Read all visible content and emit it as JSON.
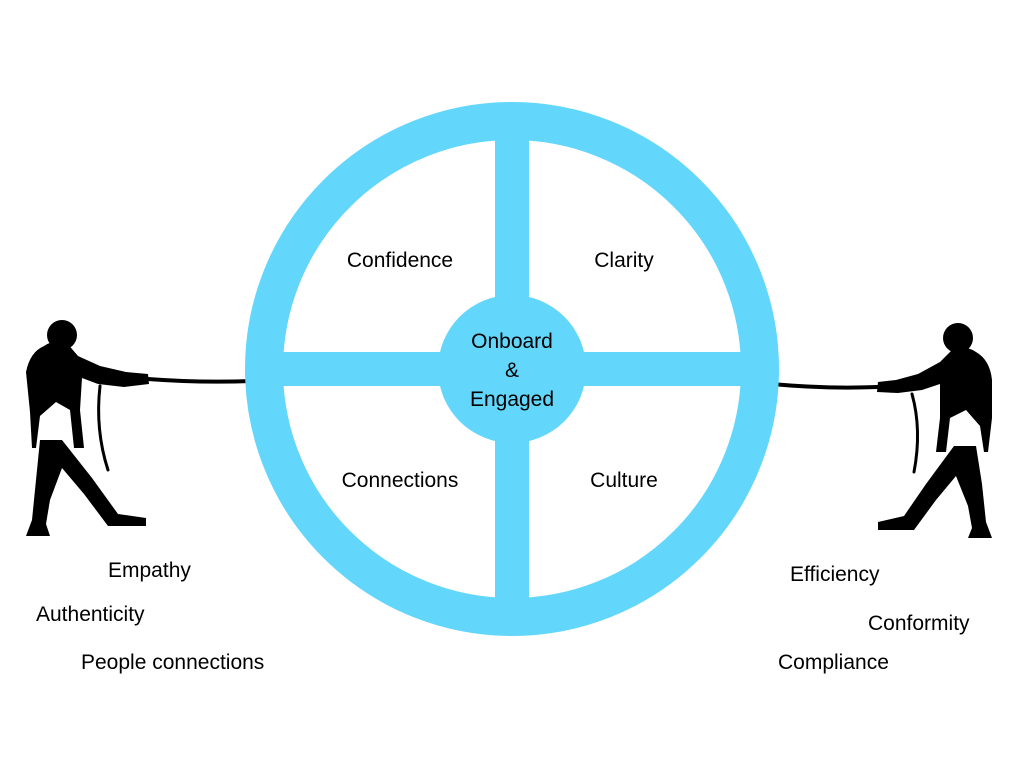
{
  "colors": {
    "wheel": "#63d6fb",
    "silhouette": "#000000",
    "text": "#000000",
    "background": "#ffffff"
  },
  "wheel": {
    "quadrants": {
      "top_left": "Confidence",
      "top_right": "Clarity",
      "bottom_left": "Connections",
      "bottom_right": "Culture"
    },
    "hub": [
      "Onboard",
      "&",
      "Engaged"
    ]
  },
  "left_side": {
    "figure_icon": "man-pulling-rope-icon",
    "values": [
      "Empathy",
      "Authenticity",
      "People connections"
    ]
  },
  "right_side": {
    "figure_icon": "man-pulling-rope-icon",
    "values": [
      "Efficiency",
      "Conformity",
      "Compliance"
    ]
  }
}
